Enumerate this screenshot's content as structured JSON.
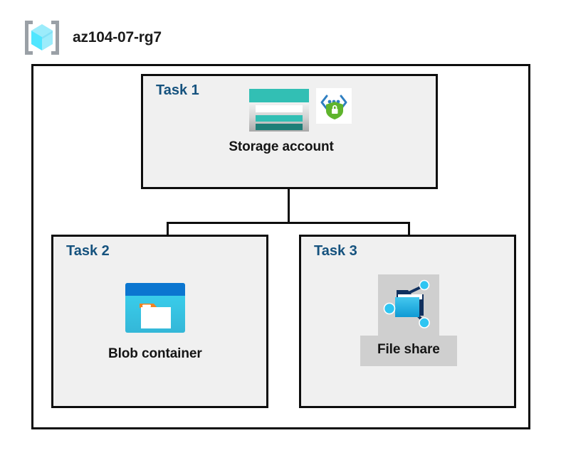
{
  "diagram": {
    "resource_group": {
      "name": "az104-07-rg7",
      "icon": "resource-group-cube-icon"
    },
    "tasks": [
      {
        "id": "task-1",
        "label": "Task 1",
        "node_caption": "Storage account",
        "icons": [
          "storage-account-icon",
          "private-endpoint-shield-icon"
        ],
        "highlighted": false
      },
      {
        "id": "task-2",
        "label": "Task 2",
        "node_caption": "Blob container",
        "icons": [
          "blob-container-icon"
        ],
        "highlighted": false
      },
      {
        "id": "task-3",
        "label": "Task 3",
        "node_caption": "File share",
        "icons": [
          "file-share-icon"
        ],
        "highlighted": true
      }
    ],
    "colors": {
      "task_label": "#15527e",
      "box_border": "#0d0d0d",
      "box_fill": "#f0f0f0",
      "highlight": "#cfcfcf",
      "storage_teal": "#32bfb4",
      "storage_teal_dark": "#1f7f78",
      "blob_blue": "#0b76d0",
      "blob_cyan": "#32c8e8",
      "blob_orange": "#f28321",
      "fileshare_cyan": "#29b6e8",
      "shield_green": "#5fb42d",
      "bracket_gray": "#9aa0a6",
      "cube_cyan": "#50e6ff"
    }
  }
}
